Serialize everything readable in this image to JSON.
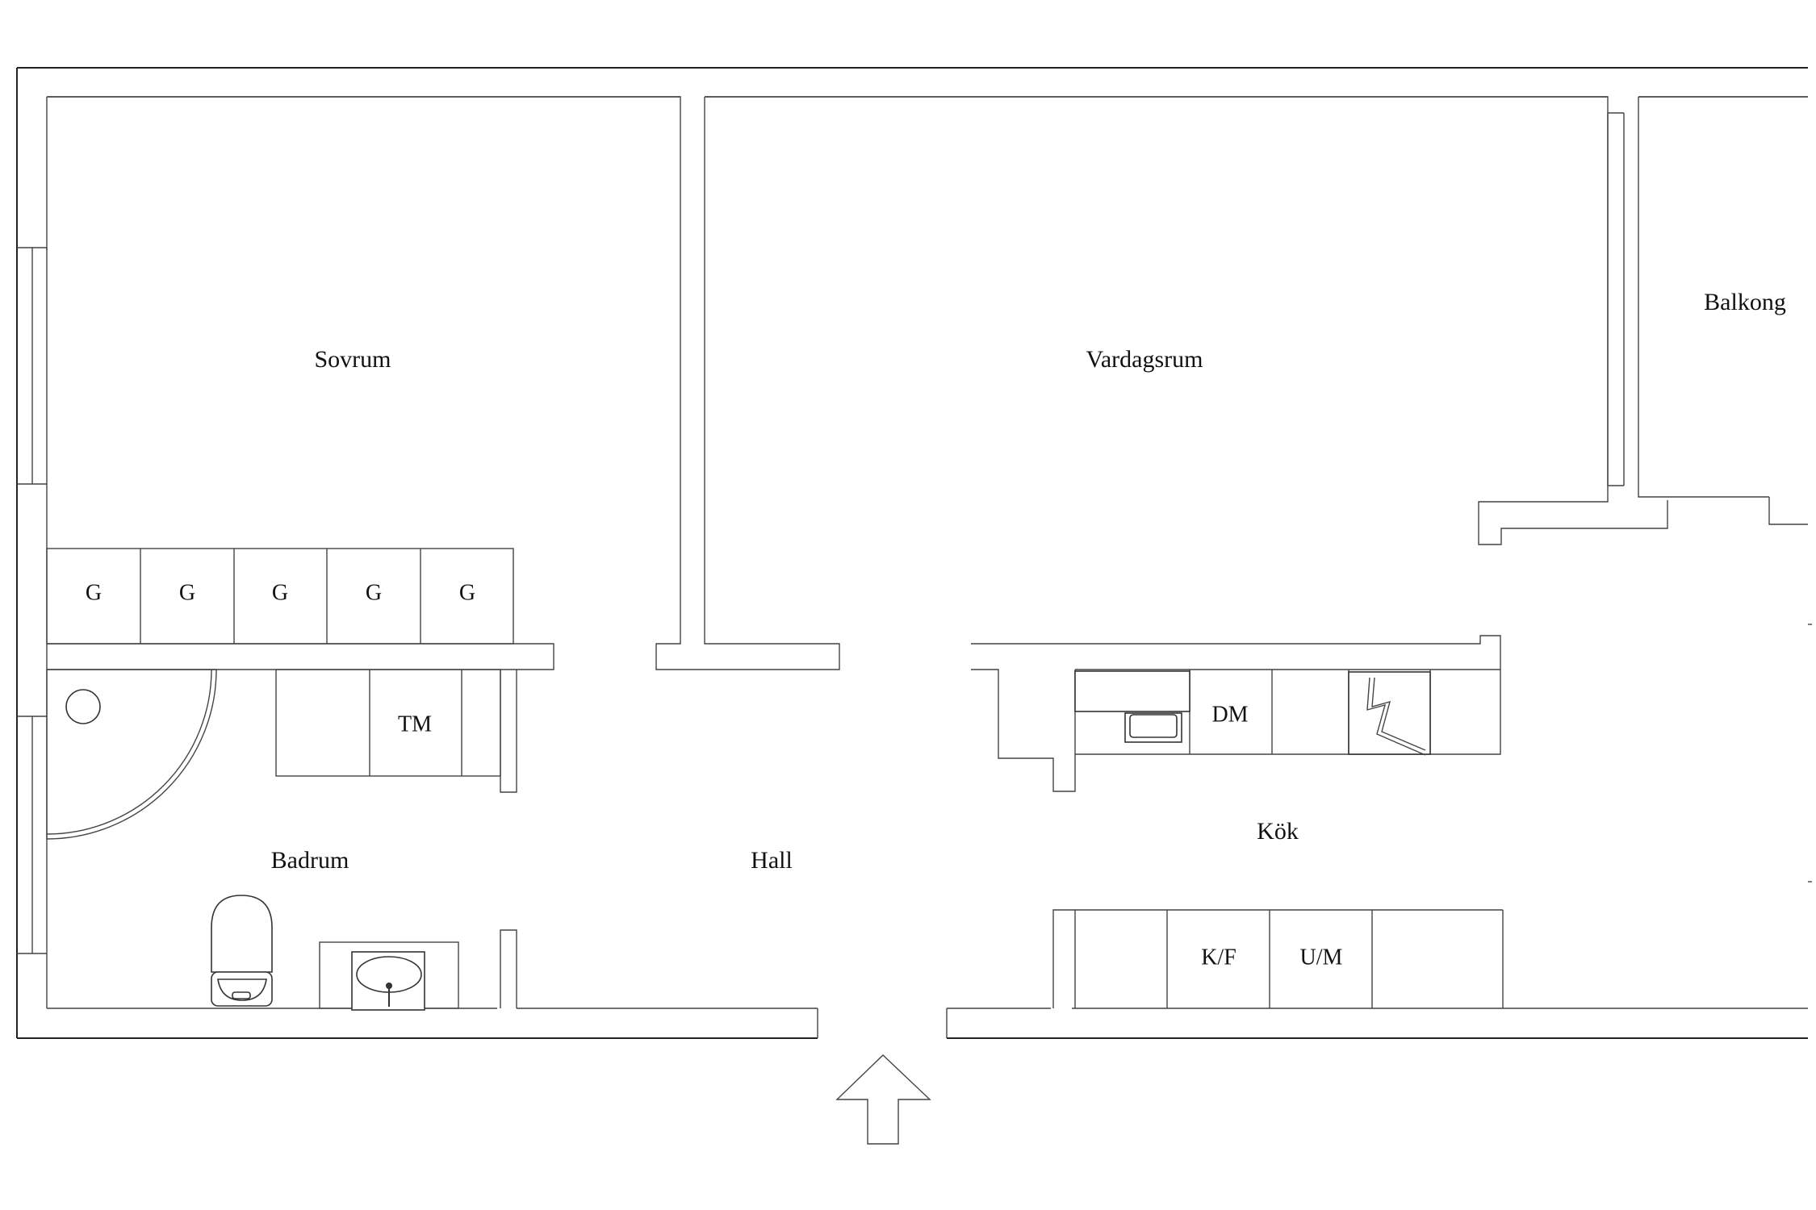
{
  "rooms": {
    "bedroom": "Sovrum",
    "living_room": "Vardagsrum",
    "balcony": "Balkong",
    "bathroom": "Badrum",
    "hall": "Hall",
    "kitchen": "Kök"
  },
  "wardrobes": [
    "G",
    "G",
    "G",
    "G",
    "G"
  ],
  "appliances": {
    "washing_machine": "TM",
    "dishwasher": "DM",
    "fridge_freezer": "K/F",
    "oven_microwave": "U/M"
  }
}
